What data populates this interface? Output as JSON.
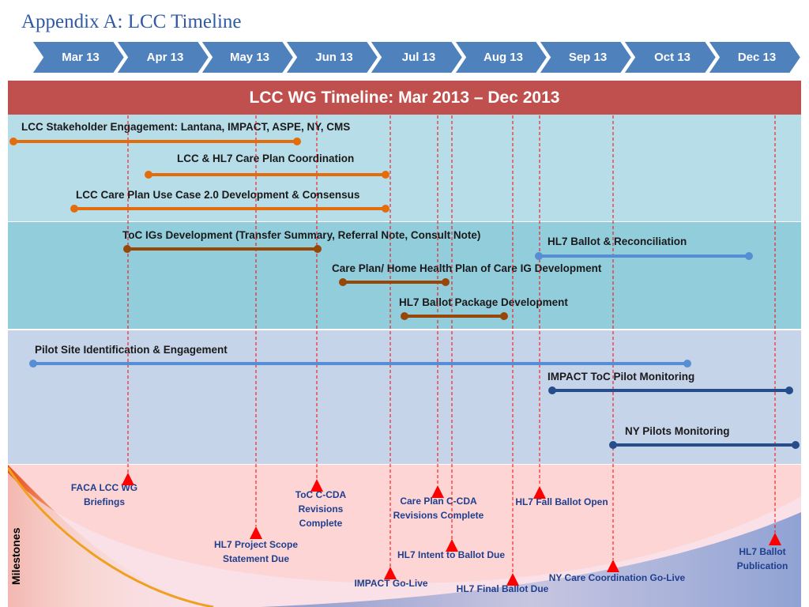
{
  "page_title": "Appendix A: LCC Timeline",
  "months": [
    "Mar 13",
    "Apr 13",
    "May 13",
    "Jun 13",
    "Jul 13",
    "Aug 13",
    "Sep 13",
    "Oct 13",
    "Dec 13"
  ],
  "header": "LCC WG Timeline: Mar 2013 – Dec 2013",
  "colors": {
    "chevron": "#4f81bd",
    "header": "#c0504d",
    "orange_bar": "#e46c0a",
    "brown_bar": "#974806",
    "light_blue_bar": "#558ed5",
    "dark_blue_bar": "#254d8c",
    "milestone": "#ff0000",
    "milestone_text": "#1f3f8f"
  },
  "activities": [
    {
      "label": "LCC Stakeholder Engagement: Lantana, IMPACT, ASPE, NY, CMS"
    },
    {
      "label": "LCC & HL7 Care Plan Coordination"
    },
    {
      "label": "LCC Care Plan Use Case 2.0 Development & Consensus"
    },
    {
      "label": "ToC IGs Development (Transfer Summary, Referral Note, Consult Note)"
    },
    {
      "label": "HL7 Ballot & Reconciliation"
    },
    {
      "label": "Care Plan/ Home Health Plan of Care IG Development"
    },
    {
      "label": "HL7 Ballot Package Development"
    },
    {
      "label": "Pilot Site Identification & Engagement"
    },
    {
      "label": "IMPACT ToC Pilot Monitoring"
    },
    {
      "label": "NY Pilots Monitoring"
    }
  ],
  "milestones_label": "Milestones",
  "milestones": [
    {
      "label": "FACA LCC WG Briefings"
    },
    {
      "label": "HL7 Project Scope Statement Due"
    },
    {
      "label": "ToC C-CDA Revisions Complete"
    },
    {
      "label": "IMPACT Go-Live"
    },
    {
      "label": "Care Plan C-CDA Revisions Complete"
    },
    {
      "label": "HL7 Intent to Ballot Due"
    },
    {
      "label": "HL7 Final Ballot Due"
    },
    {
      "label": "HL7 Fall Ballot Open"
    },
    {
      "label": "NY Care Coordination Go-Live"
    },
    {
      "label": "HL7 Ballot Publication"
    }
  ]
}
